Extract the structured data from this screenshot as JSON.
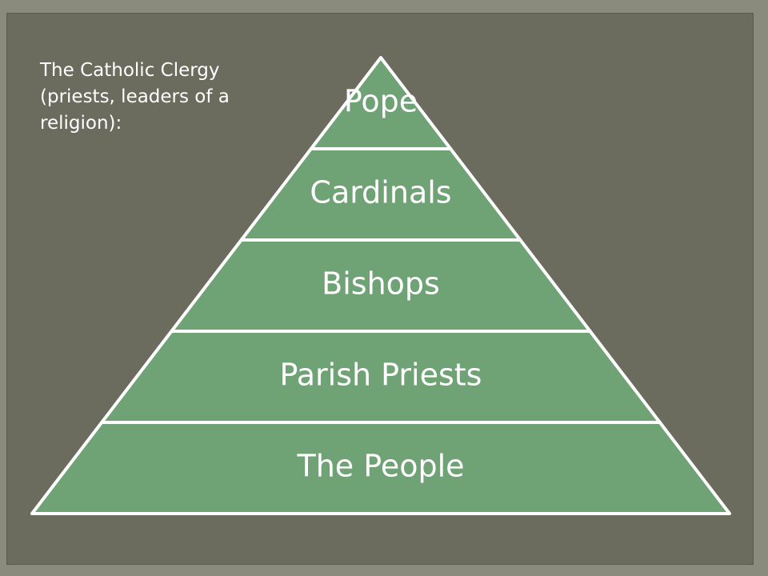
{
  "caption": "The Catholic Clergy (priests, leaders of a religion):",
  "colors": {
    "background": "#6b6b5e",
    "tier_fill": "#6fa275",
    "tier_stroke": "#ffffff",
    "text": "#ffffff"
  },
  "pyramid": {
    "tiers": [
      {
        "label": "Pope"
      },
      {
        "label": "Cardinals"
      },
      {
        "label": "Bishops"
      },
      {
        "label": "Parish Priests"
      },
      {
        "label": "The People"
      }
    ]
  }
}
